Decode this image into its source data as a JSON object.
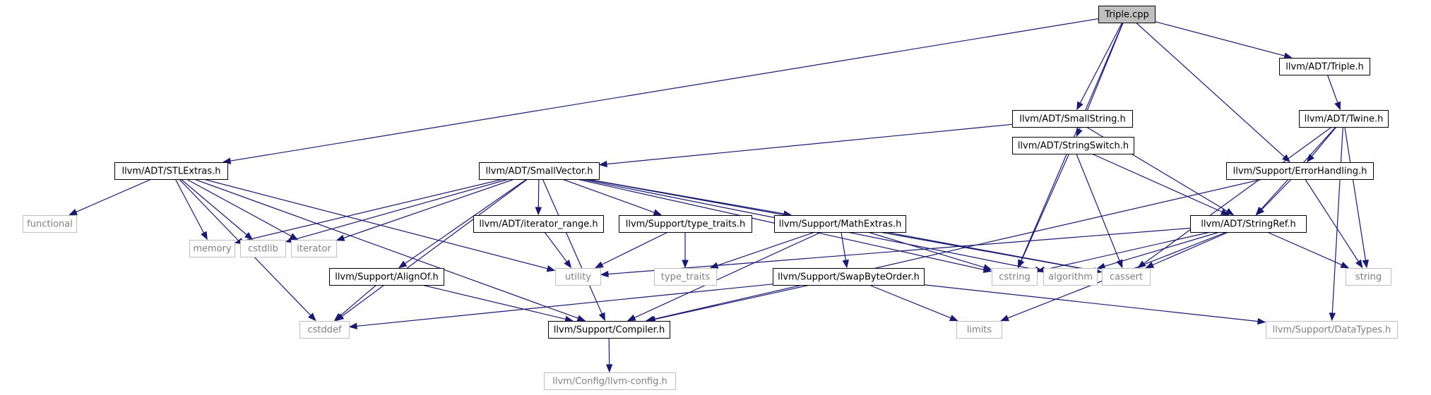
{
  "diagram": {
    "nodes": [
      {
        "id": "triple_cpp",
        "label": "Triple.cpp",
        "kind": "root"
      },
      {
        "id": "adt_triple_h",
        "label": "llvm/ADT/Triple.h",
        "kind": "primary"
      },
      {
        "id": "adt_smallstring_h",
        "label": "llvm/ADT/SmallString.h",
        "kind": "primary"
      },
      {
        "id": "adt_twine_h",
        "label": "llvm/ADT/Twine.h",
        "kind": "primary"
      },
      {
        "id": "adt_stlextras_h",
        "label": "llvm/ADT/STLExtras.h",
        "kind": "primary"
      },
      {
        "id": "adt_smallvector_h",
        "label": "llvm/ADT/SmallVector.h",
        "kind": "primary"
      },
      {
        "id": "adt_stringswitch_h",
        "label": "llvm/ADT/StringSwitch.h",
        "kind": "primary"
      },
      {
        "id": "support_errorhandling_h",
        "label": "llvm/Support/ErrorHandling.h",
        "kind": "primary"
      },
      {
        "id": "functional",
        "label": "functional",
        "kind": "external"
      },
      {
        "id": "memory",
        "label": "memory",
        "kind": "external"
      },
      {
        "id": "cstdlib",
        "label": "cstdlib",
        "kind": "external"
      },
      {
        "id": "iterator",
        "label": "iterator",
        "kind": "external"
      },
      {
        "id": "adt_iterator_range_h",
        "label": "llvm/ADT/iterator_range.h",
        "kind": "primary"
      },
      {
        "id": "support_type_traits_h",
        "label": "llvm/Support/type_traits.h",
        "kind": "primary"
      },
      {
        "id": "support_mathextras_h",
        "label": "llvm/Support/MathExtras.h",
        "kind": "primary"
      },
      {
        "id": "adt_stringref_h",
        "label": "llvm/ADT/StringRef.h",
        "kind": "primary"
      },
      {
        "id": "utility",
        "label": "utility",
        "kind": "external"
      },
      {
        "id": "type_traits",
        "label": "type_traits",
        "kind": "external"
      },
      {
        "id": "cstring",
        "label": "cstring",
        "kind": "external"
      },
      {
        "id": "algorithm",
        "label": "algorithm",
        "kind": "external"
      },
      {
        "id": "cassert",
        "label": "cassert",
        "kind": "external"
      },
      {
        "id": "string",
        "label": "string",
        "kind": "external"
      },
      {
        "id": "support_alignof_h",
        "label": "llvm/Support/AlignOf.h",
        "kind": "primary"
      },
      {
        "id": "support_swapbyteorder_h",
        "label": "llvm/Support/SwapByteOrder.h",
        "kind": "primary"
      },
      {
        "id": "cstddef",
        "label": "cstddef",
        "kind": "external"
      },
      {
        "id": "support_compiler_h",
        "label": "llvm/Support/Compiler.h",
        "kind": "primary"
      },
      {
        "id": "limits",
        "label": "limits",
        "kind": "external"
      },
      {
        "id": "support_datatypes_h",
        "label": "llvm/Support/DataTypes.h",
        "kind": "external"
      },
      {
        "id": "config_llvm_config_h",
        "label": "llvm/Config/llvm-config.h",
        "kind": "external"
      }
    ],
    "edges": [
      [
        "triple_cpp",
        "adt_triple_h"
      ],
      [
        "triple_cpp",
        "adt_stlextras_h"
      ],
      [
        "triple_cpp",
        "adt_smallstring_h"
      ],
      [
        "triple_cpp",
        "adt_stringswitch_h"
      ],
      [
        "triple_cpp",
        "support_errorhandling_h"
      ],
      [
        "triple_cpp",
        "cstring"
      ],
      [
        "adt_triple_h",
        "adt_twine_h"
      ],
      [
        "adt_twine_h",
        "support_errorhandling_h"
      ],
      [
        "adt_twine_h",
        "adt_stringref_h"
      ],
      [
        "adt_twine_h",
        "cassert"
      ],
      [
        "adt_twine_h",
        "string"
      ],
      [
        "adt_twine_h",
        "support_datatypes_h"
      ],
      [
        "adt_smallstring_h",
        "adt_smallvector_h"
      ],
      [
        "adt_smallstring_h",
        "adt_stringref_h"
      ],
      [
        "adt_stlextras_h",
        "functional"
      ],
      [
        "adt_stlextras_h",
        "memory"
      ],
      [
        "adt_stlextras_h",
        "cstdlib"
      ],
      [
        "adt_stlextras_h",
        "iterator"
      ],
      [
        "adt_stlextras_h",
        "utility"
      ],
      [
        "adt_stlextras_h",
        "cstddef"
      ],
      [
        "adt_stlextras_h",
        "support_compiler_h"
      ],
      [
        "adt_smallvector_h",
        "memory"
      ],
      [
        "adt_smallvector_h",
        "cstdlib"
      ],
      [
        "adt_smallvector_h",
        "iterator"
      ],
      [
        "adt_smallvector_h",
        "adt_iterator_range_h"
      ],
      [
        "adt_smallvector_h",
        "support_type_traits_h"
      ],
      [
        "adt_smallvector_h",
        "support_mathextras_h"
      ],
      [
        "adt_smallvector_h",
        "support_alignof_h"
      ],
      [
        "adt_smallvector_h",
        "support_compiler_h"
      ],
      [
        "adt_smallvector_h",
        "cstddef"
      ],
      [
        "adt_smallvector_h",
        "cstring"
      ],
      [
        "adt_smallvector_h",
        "algorithm"
      ],
      [
        "adt_smallvector_h",
        "cassert"
      ],
      [
        "adt_stringswitch_h",
        "adt_stringref_h"
      ],
      [
        "adt_stringswitch_h",
        "cstring"
      ],
      [
        "adt_stringswitch_h",
        "cassert"
      ],
      [
        "support_errorhandling_h",
        "adt_stringref_h"
      ],
      [
        "support_errorhandling_h",
        "support_compiler_h"
      ],
      [
        "support_errorhandling_h",
        "string"
      ],
      [
        "adt_stringref_h",
        "utility"
      ],
      [
        "adt_stringref_h",
        "cstring"
      ],
      [
        "adt_stringref_h",
        "algorithm"
      ],
      [
        "adt_stringref_h",
        "cassert"
      ],
      [
        "adt_stringref_h",
        "string"
      ],
      [
        "adt_stringref_h",
        "limits"
      ],
      [
        "adt_iterator_range_h",
        "utility"
      ],
      [
        "support_type_traits_h",
        "utility"
      ],
      [
        "support_type_traits_h",
        "type_traits"
      ],
      [
        "support_mathextras_h",
        "support_swapbyteorder_h"
      ],
      [
        "support_mathextras_h",
        "support_compiler_h"
      ],
      [
        "support_mathextras_h",
        "cstring"
      ],
      [
        "support_mathextras_h",
        "type_traits"
      ],
      [
        "support_mathextras_h",
        "cassert"
      ],
      [
        "support_alignof_h",
        "support_compiler_h"
      ],
      [
        "support_alignof_h",
        "cstddef"
      ],
      [
        "support_swapbyteorder_h",
        "support_compiler_h"
      ],
      [
        "support_swapbyteorder_h",
        "support_datatypes_h"
      ],
      [
        "support_swapbyteorder_h",
        "cstddef"
      ],
      [
        "support_swapbyteorder_h",
        "limits"
      ],
      [
        "support_compiler_h",
        "config_llvm_config_h"
      ]
    ]
  }
}
